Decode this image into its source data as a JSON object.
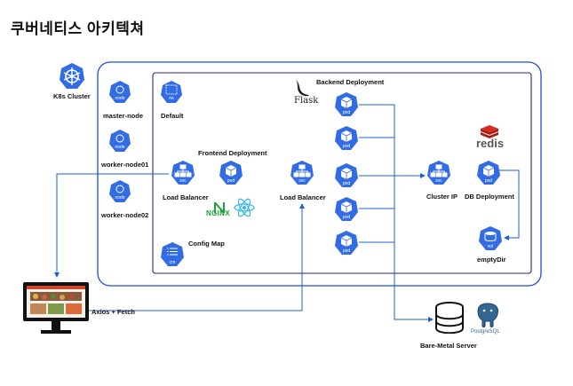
{
  "title": "쿠버네티스 아키텍쳐",
  "k8s_cluster_label": "K8s Cluster",
  "nodes": [
    {
      "icon_text": "node",
      "label": "master-node"
    },
    {
      "icon_text": "node",
      "label": "worker-node01"
    },
    {
      "icon_text": "node",
      "label": "worker-node02"
    }
  ],
  "default_ns": {
    "icon_text": "ns",
    "label": "Default"
  },
  "frontend": {
    "label": "Frontend Deployment",
    "svc_icon_text": "svc",
    "pod_icon_text": "pod",
    "load_balancer_label": "Load Balancer",
    "nginx_text": "NGINX"
  },
  "config_map": {
    "icon_text": "cm",
    "label": "Config Map"
  },
  "backend": {
    "label": "Backend Deployment",
    "flask_text": "Flask",
    "svc_icon_text": "svc",
    "load_balancer_label": "Load Balancer",
    "pods": [
      "pod",
      "pod",
      "pod",
      "pod",
      "pod"
    ]
  },
  "cluster_ip": {
    "icon_text": "svc",
    "label": "Cluster IP"
  },
  "db": {
    "icon_text": "pod",
    "label": "DB Deployment",
    "redis_text": "redis"
  },
  "empty_dir": {
    "icon_text": "vol",
    "label": "emptyDir"
  },
  "client": {
    "label": "Axios + Fetch"
  },
  "bare_metal": {
    "label": "Bare-Metal Server",
    "postgres_text": "PostgreSQL"
  },
  "colors": {
    "k8s_blue": "#326CE5",
    "frame_blue": "#1a4fd6",
    "ns_purple": "#2a1f8a",
    "arrow": "#1f5fd1"
  }
}
